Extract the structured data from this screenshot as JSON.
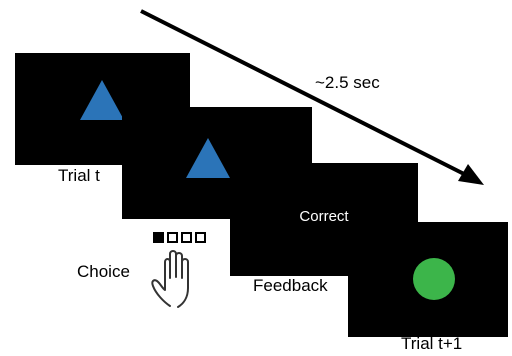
{
  "trials": {
    "first_label": "Trial t",
    "choice_label": "Choice",
    "feedback_label": "Feedback",
    "feedback_text": "Correct",
    "next_label": "Trial t+1"
  },
  "timeline": {
    "duration_label": "~2.5 sec"
  },
  "response_boxes": {
    "count": 4,
    "selected_index": 0
  },
  "colors": {
    "screen": "#000000",
    "triangle": "#2b74b8",
    "circle": "#3cb54a",
    "feedback_text": "#ffffff",
    "arrow": "#000000"
  },
  "icons": {
    "stimulus_first": "triangle",
    "stimulus_second": "triangle",
    "response": "hand-icon",
    "next_stimulus": "circle"
  }
}
